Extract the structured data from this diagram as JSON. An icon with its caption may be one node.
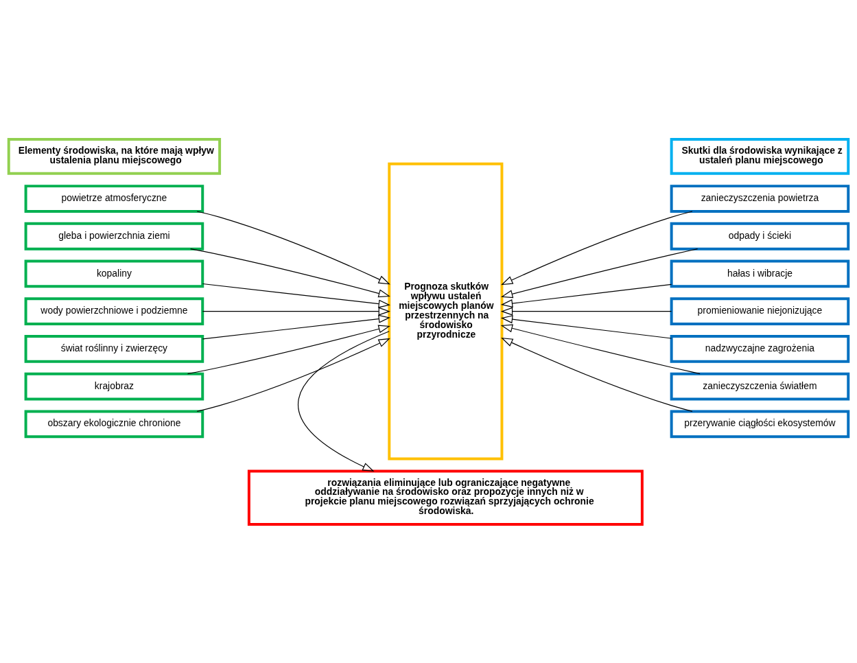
{
  "diagram": {
    "nodes": [
      {
        "text": [
          "Elementy środowiska, na które mają wpływ ustalenia planu miejscowego"
        ]
      },
      {
        "text": [
          "Skutki dla środowiska wynikające z ustaleń planu miejscowego"
        ]
      },
      {
        "text": [
          "powietrze atmosferyczne"
        ]
      },
      {
        "text": [
          "gleba i powierzchnia ziemi"
        ]
      },
      {
        "text": [
          "kopaliny"
        ]
      },
      {
        "text": [
          "wody powierzchniowe i podziemne"
        ]
      },
      {
        "text": [
          "świat roślinny i zwierzęcy"
        ]
      },
      {
        "text": [
          "krajobraz"
        ]
      },
      {
        "text": [
          "obszary ekologicznie chronione"
        ]
      },
      {
        "text": [
          "Prognoza skutków wpływu ustaleń miejscowych planów przestrzennych na środowisko przyrodnicze"
        ]
      },
      {
        "text": [
          "zanieczyszczenia powietrza"
        ]
      },
      {
        "text": [
          "odpady i ścieki"
        ]
      },
      {
        "text": [
          "hałas i wibracje"
        ]
      },
      {
        "text": [
          "promieniowanie niejonizujące"
        ]
      },
      {
        "text": [
          "nadzwyczajne zagrożenia"
        ]
      },
      {
        "text": [
          "zanieczyszczenia światłem"
        ]
      },
      {
        "text": [
          "przerywanie ciągłości ekosystemów"
        ]
      },
      {
        "text": [
          "rozwiązania eliminujące lub ograniczające negatywne oddziaływanie na środowisko oraz propozycje innych niż w projekcie planu miejscowego rozwiązań sprzyjających ochronie środowiska."
        ]
      }
    ],
    "edges": [
      {
        "from": 2,
        "to": 9,
        "arrow": "to"
      },
      {
        "from": 3,
        "to": 9,
        "arrow": "to"
      },
      {
        "from": 4,
        "to": 9,
        "arrow": "to"
      },
      {
        "from": 5,
        "to": 9,
        "arrow": "to"
      },
      {
        "from": 6,
        "to": 9,
        "arrow": "to"
      },
      {
        "from": 7,
        "to": 9,
        "arrow": "to"
      },
      {
        "from": 8,
        "to": 9,
        "arrow": "to"
      },
      {
        "from": 10,
        "to": 9,
        "arrow": "to"
      },
      {
        "from": 11,
        "to": 9,
        "arrow": "to"
      },
      {
        "from": 12,
        "to": 9,
        "arrow": "to"
      },
      {
        "from": 13,
        "to": 9,
        "arrow": "to"
      },
      {
        "from": 14,
        "to": 9,
        "arrow": "to"
      },
      {
        "from": 15,
        "to": 9,
        "arrow": "to"
      },
      {
        "from": 16,
        "to": 9,
        "arrow": "to"
      },
      {
        "from": 9,
        "to": 17,
        "arrow": "to"
      }
    ]
  }
}
